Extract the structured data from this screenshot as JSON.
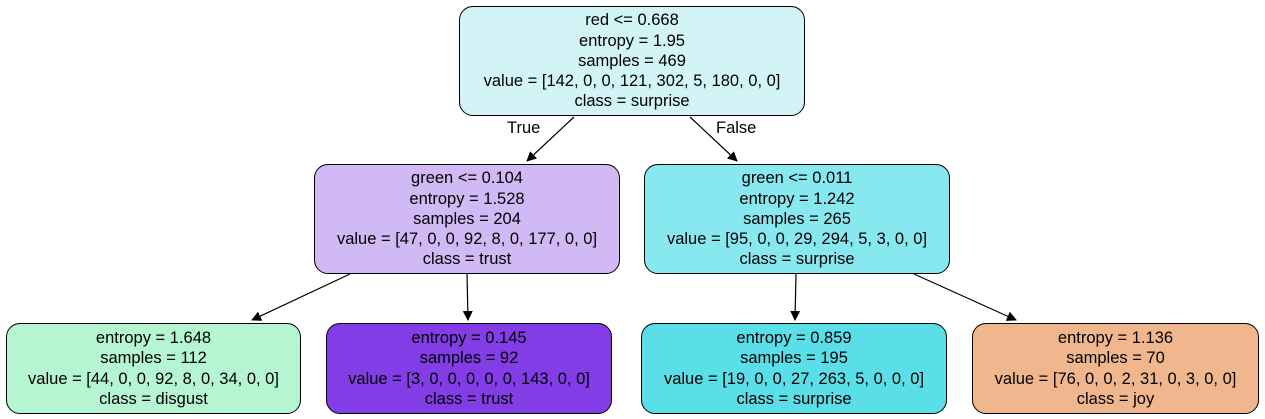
{
  "tree": {
    "edge_labels": {
      "true": "True",
      "false": "False"
    },
    "nodes": {
      "root": {
        "split": "red <= 0.668",
        "entropy": "entropy = 1.95",
        "samples": "samples = 469",
        "value": "value = [142, 0, 0, 121, 302, 5, 180, 0, 0]",
        "class": "class = surprise",
        "color": "#d3f4f7"
      },
      "left": {
        "split": "green <= 0.104",
        "entropy": "entropy = 1.528",
        "samples": "samples = 204",
        "value": "value = [47, 0, 0, 92, 8, 0, 177, 0, 0]",
        "class": "class = trust",
        "color": "#d1b9f6"
      },
      "right": {
        "split": "green <= 0.011",
        "entropy": "entropy = 1.242",
        "samples": "samples = 265",
        "value": "value = [95, 0, 0, 29, 294, 5, 3, 0, 0]",
        "class": "class = surprise",
        "color": "#88e8f0"
      },
      "left_left": {
        "entropy": "entropy = 1.648",
        "samples": "samples = 112",
        "value": "value = [44, 0, 0, 92, 8, 0, 34, 0, 0]",
        "class": "class = disgust",
        "color": "#b6f5d2"
      },
      "left_right": {
        "entropy": "entropy = 0.145",
        "samples": "samples = 92",
        "value": "value = [3, 0, 0, 0, 0, 0, 143, 0, 0]",
        "class": "class = trust",
        "color": "#823de6"
      },
      "right_left": {
        "entropy": "entropy = 0.859",
        "samples": "samples = 195",
        "value": "value = [19, 0, 0, 27, 263, 5, 0, 0, 0]",
        "class": "class = surprise",
        "color": "#5adee8"
      },
      "right_right": {
        "entropy": "entropy = 1.136",
        "samples": "samples = 70",
        "value": "value = [76, 0, 0, 2, 31, 0, 3, 0, 0]",
        "class": "class = joy",
        "color": "#f0b78e"
      }
    }
  }
}
